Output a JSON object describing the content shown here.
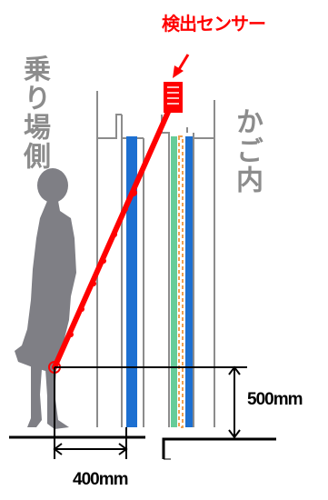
{
  "labels": {
    "sensor": "検出センサー",
    "landing_side": "乗り場側",
    "car_interior": "かご内",
    "height_dim": "500mm",
    "distance_dim": "400mm"
  },
  "colors": {
    "sensor_red": "#ff0000",
    "door_blue": "#1c6fd1",
    "edge_green": "#66cc99",
    "edge_orange": "#f0a050",
    "wall_gray": "#8c8c8c",
    "person_gray": "#7f7f85"
  },
  "icons": {
    "sensor_arrow": "arrow-down-left",
    "person": "standing-woman-silhouette"
  }
}
